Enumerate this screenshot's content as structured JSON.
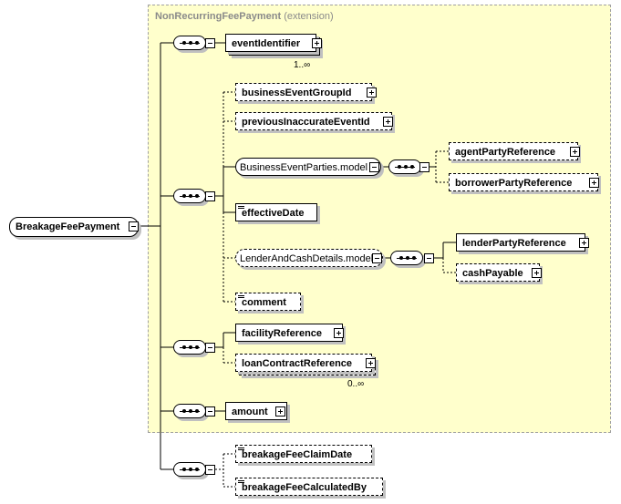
{
  "extension": {
    "name": "NonRecurringFeePayment",
    "suffix": "(extension)"
  },
  "root": {
    "label": "BreakageFeePayment"
  },
  "elements": {
    "eventIdentifier": {
      "label": "eventIdentifier",
      "cardinality": "1..∞"
    },
    "businessEventGroupId": {
      "label": "businessEventGroupId"
    },
    "previousInaccurateEventId": {
      "label": "previousInaccurateEventId"
    },
    "businessEventParties": {
      "label": "BusinessEventParties.model"
    },
    "agentPartyReference": {
      "label": "agentPartyReference"
    },
    "borrowerPartyReference": {
      "label": "borrowerPartyReference"
    },
    "effectiveDate": {
      "label": "effectiveDate"
    },
    "lenderAndCashDetails": {
      "label": "LenderAndCashDetails.model"
    },
    "lenderPartyReference": {
      "label": "lenderPartyReference"
    },
    "cashPayable": {
      "label": "cashPayable"
    },
    "comment": {
      "label": "comment"
    },
    "facilityReference": {
      "label": "facilityReference"
    },
    "loanContractReference": {
      "label": "loanContractReference",
      "cardinality": "0..∞"
    },
    "amount": {
      "label": "amount"
    },
    "breakageFeeClaimDate": {
      "label": "breakageFeeClaimDate"
    },
    "breakageFeeCalculatedBy": {
      "label": "breakageFeeCalculatedBy"
    }
  }
}
